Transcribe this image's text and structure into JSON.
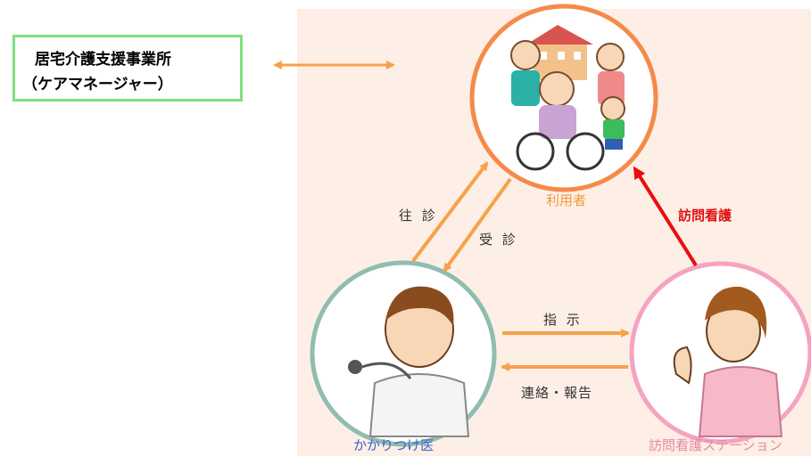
{
  "care_manager": {
    "line1": "居宅介護支援事業所",
    "line2": "（ケアマネージャー）"
  },
  "nodes": {
    "user": "利用者",
    "doctor": "かかりつけ医",
    "station": "訪問看護ステーション"
  },
  "edges": {
    "house_call": "往 診",
    "consultation": "受 診",
    "instruction": "指 示",
    "contact_report": "連絡・報告",
    "home_nursing": "訪問看護"
  },
  "colors": {
    "arrow": "#f7a14a",
    "red_arrow": "#e80e0e",
    "user_circle": "#f58a4a",
    "doctor_circle": "#8fbdb0",
    "station_circle": "#f5a3c0",
    "care_border": "#7fe07f"
  }
}
